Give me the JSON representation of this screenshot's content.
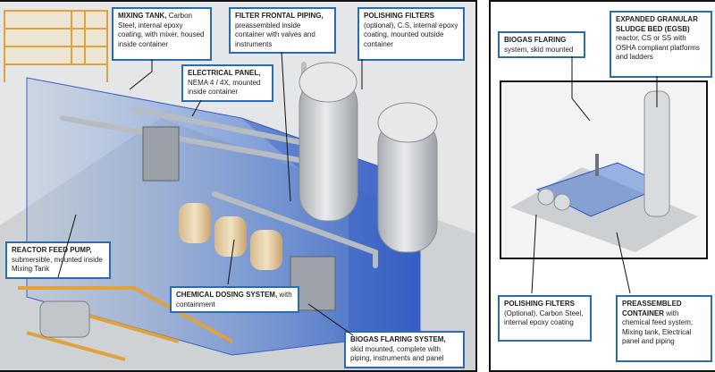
{
  "left_panel": {
    "callouts": [
      {
        "title": "MIXING TANK,",
        "body": " Carbon Steel, internal epoxy coating, with mixer, housed inside container"
      },
      {
        "title": "FILTER FRONTAL PIPING,",
        "body": " preassembled inside container with valves and instruments"
      },
      {
        "title": "POLISHING FILTERS",
        "body": " (optional), C.S, internal epoxy coating, mounted outside container"
      },
      {
        "title": "ELECTRICAL PANEL,",
        "body": " NEMA 4 / 4X, mounted inside container"
      },
      {
        "title": "REACTOR FEED PUMP,",
        "body": " submersible, mounted inside Mixing Tank"
      },
      {
        "title": "CHEMICAL DOSING SYSTEM,",
        "body": " with containment"
      },
      {
        "title": "BIOGAS FLARING SYSTEM,",
        "body": " skid mounted, complete with piping, instruments and panel"
      }
    ]
  },
  "right_panel": {
    "callouts": [
      {
        "title": "BIOGAS FLARING",
        "body": " system, skid mounted"
      },
      {
        "title": "EXPANDED GRANULAR SLUDGE BED (EGSB)",
        "body": " reactor, CS or SS with OSHA compliant platforms and ladders"
      },
      {
        "title": "POLISHING FILTERS",
        "body": " (Optional), Carbon Steel, internal epoxy coating"
      },
      {
        "title": "PREASSEMBLED CONTAINER",
        "body": " with chemical feed system, Mixing tank, Electrical panel and piping"
      }
    ]
  }
}
